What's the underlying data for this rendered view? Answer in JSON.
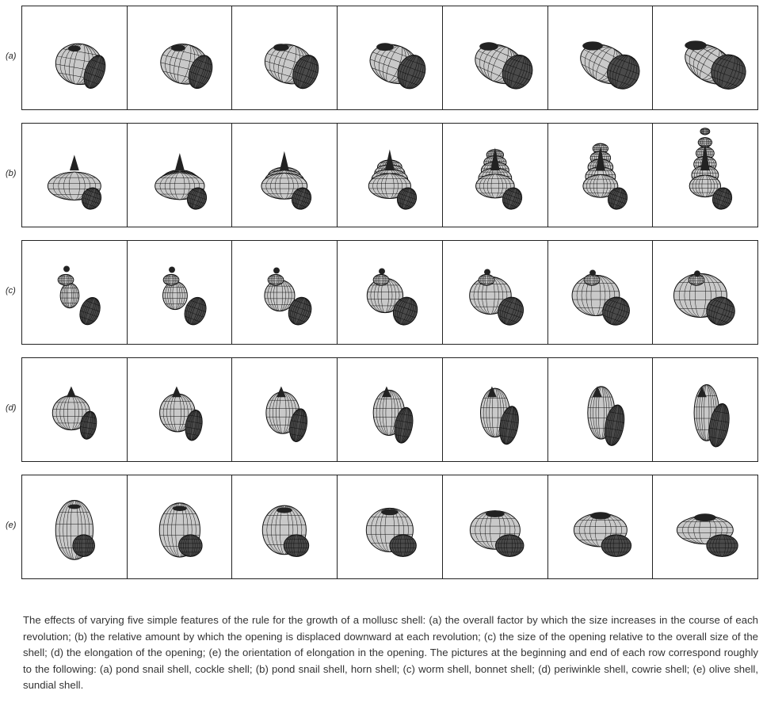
{
  "rows": [
    {
      "label": "(a)",
      "shape": "a"
    },
    {
      "label": "(b)",
      "shape": "b"
    },
    {
      "label": "(c)",
      "shape": "c"
    },
    {
      "label": "(d)",
      "shape": "d"
    },
    {
      "label": "(e)",
      "shape": "e"
    }
  ],
  "cells_per_row": 7,
  "colors": {
    "shell_light": "#c9c9c9",
    "shell_dark": "#4a4a4a",
    "grid": "#111111",
    "border": "#222222"
  },
  "caption": "The effects of varying five simple features of the rule for the growth of a mollusc shell: (a) the overall factor by which the size increases in the course of each revolution; (b) the relative amount by which the opening is displaced downward at each revolution; (c) the size of the opening relative to the overall size of the shell; (d) the elongation of the opening; (e) the orientation of elongation in the opening. The pictures at the beginning and end of each row correspond roughly to the following: (a) pond snail shell, cockle shell; (b) pond snail shell, horn shell; (c) worm shell, bonnet shell; (d) periwinkle shell, cowrie shell; (e) olive shell, sundial shell."
}
